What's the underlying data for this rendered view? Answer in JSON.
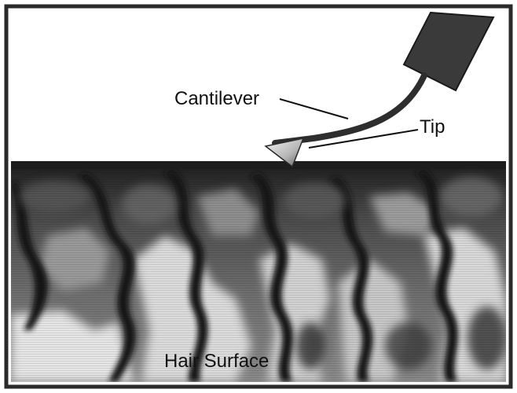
{
  "labels": {
    "cantilever": "Cantilever",
    "tip": "Tip",
    "hair_surface": "Hair Surface"
  },
  "colors": {
    "frame": "#2a2a2a",
    "sky": "#ffffff",
    "cantilever_body": "#3a3a3a",
    "tip_fill": "#bdbdbd",
    "surface_dark": "#2b2b2b",
    "surface_mid": "#7a7a7a",
    "surface_light": "#e8e8e8"
  },
  "icons": {
    "probe": "afm-probe-icon"
  }
}
